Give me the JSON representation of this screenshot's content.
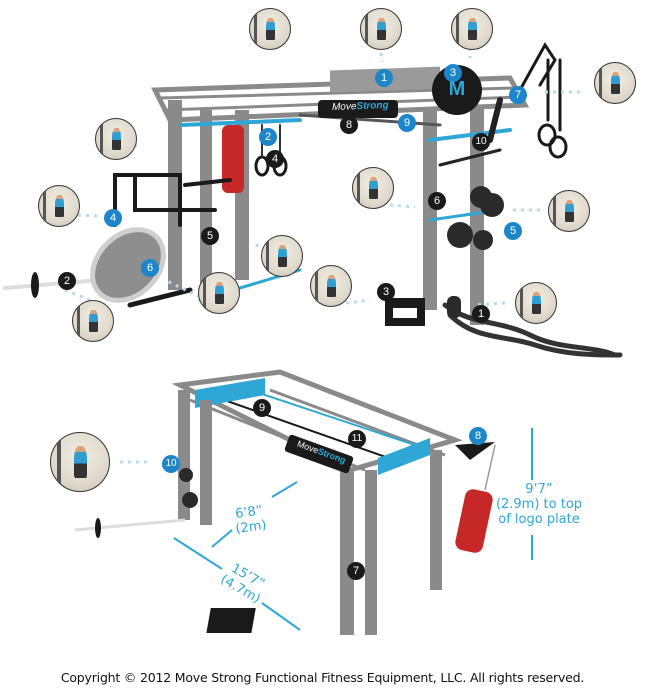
{
  "brand": {
    "name": "MoveStrong",
    "name_part1": "Move",
    "name_part2": "Strong",
    "logo_letter": "M",
    "accent_color": "#2ea7d6",
    "frame_color": "#8a8a8a",
    "marker_blue": "#1d86c8",
    "marker_black": "#1a1a1a"
  },
  "top_diagram": {
    "markers": [
      {
        "label": "1",
        "style": "blue"
      },
      {
        "label": "2",
        "style": "blue"
      },
      {
        "label": "3",
        "style": "black"
      },
      {
        "label": "4",
        "style": "blue"
      },
      {
        "label": "5",
        "style": "blue"
      },
      {
        "label": "6",
        "style": "blue"
      },
      {
        "label": "7",
        "style": "blue"
      },
      {
        "label": "8",
        "style": "black"
      },
      {
        "label": "9",
        "style": "blue"
      },
      {
        "label": "10",
        "style": "black"
      },
      {
        "label": "1",
        "style": "black"
      },
      {
        "label": "2",
        "style": "black"
      },
      {
        "label": "3",
        "style": "blue"
      },
      {
        "label": "4",
        "style": "black"
      },
      {
        "label": "5",
        "style": "black"
      },
      {
        "label": "6",
        "style": "black"
      }
    ]
  },
  "bottom_diagram": {
    "markers": [
      {
        "label": "7",
        "style": "black"
      },
      {
        "label": "8",
        "style": "blue"
      },
      {
        "label": "9",
        "style": "black"
      },
      {
        "label": "10",
        "style": "blue"
      },
      {
        "label": "11",
        "style": "black"
      }
    ],
    "dimensions": {
      "height_line1": "9’7”",
      "height_line2": "(2.9m) to top",
      "height_line3": "of logo plate",
      "depth_line1": "6’8”",
      "depth_line2": "(2m)",
      "length_line1": "15’7”",
      "length_line2": "(4.7m)"
    }
  },
  "footer": {
    "copyright": "Copyright © 2012 Move Strong Functional Fitness Equipment, LLC. All rights reserved."
  }
}
